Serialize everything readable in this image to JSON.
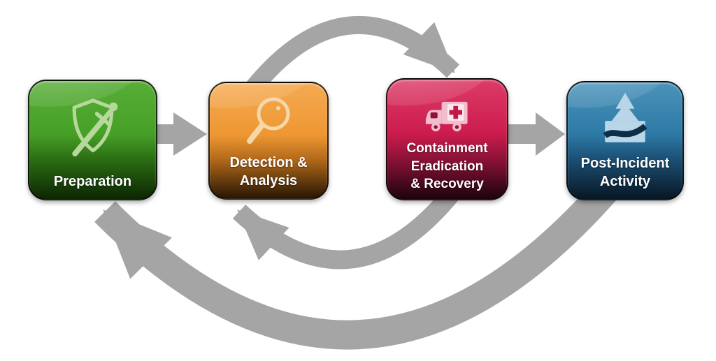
{
  "colors": {
    "background": "#ffffff",
    "arrow_gray": "#a5a5a5",
    "stage_green": "#46a026",
    "stage_orange": "#ee9733",
    "stage_red": "#cc1c4e",
    "stage_blue": "#2d79a6",
    "label_text": "#ffffff"
  },
  "stages": [
    {
      "id": "preparation",
      "label": "Preparation",
      "icon": "shield-sword-icon",
      "color": "#46a026"
    },
    {
      "id": "detection-analysis",
      "label": "Detection &\nAnalysis",
      "icon": "magnifier-icon",
      "color": "#ee9733"
    },
    {
      "id": "containment-eradication-recovery",
      "label": "Containment\nEradication\n& Recovery",
      "icon": "ambulance-icon",
      "color": "#cc1c4e"
    },
    {
      "id": "post-incident-activity",
      "label": "Post-Incident\nActivity",
      "icon": "pine-tree-path-icon",
      "color": "#2d79a6"
    }
  ],
  "arrows": [
    {
      "name": "preparation-to-detection",
      "type": "straight-right"
    },
    {
      "name": "detection-to-containment",
      "type": "arc-over-top"
    },
    {
      "name": "containment-to-postincident",
      "type": "straight-right"
    },
    {
      "name": "containment-back-to-detection",
      "type": "arc-return-bottom"
    },
    {
      "name": "postincident-back-to-preparation",
      "type": "arc-return-bottom-large"
    }
  ]
}
